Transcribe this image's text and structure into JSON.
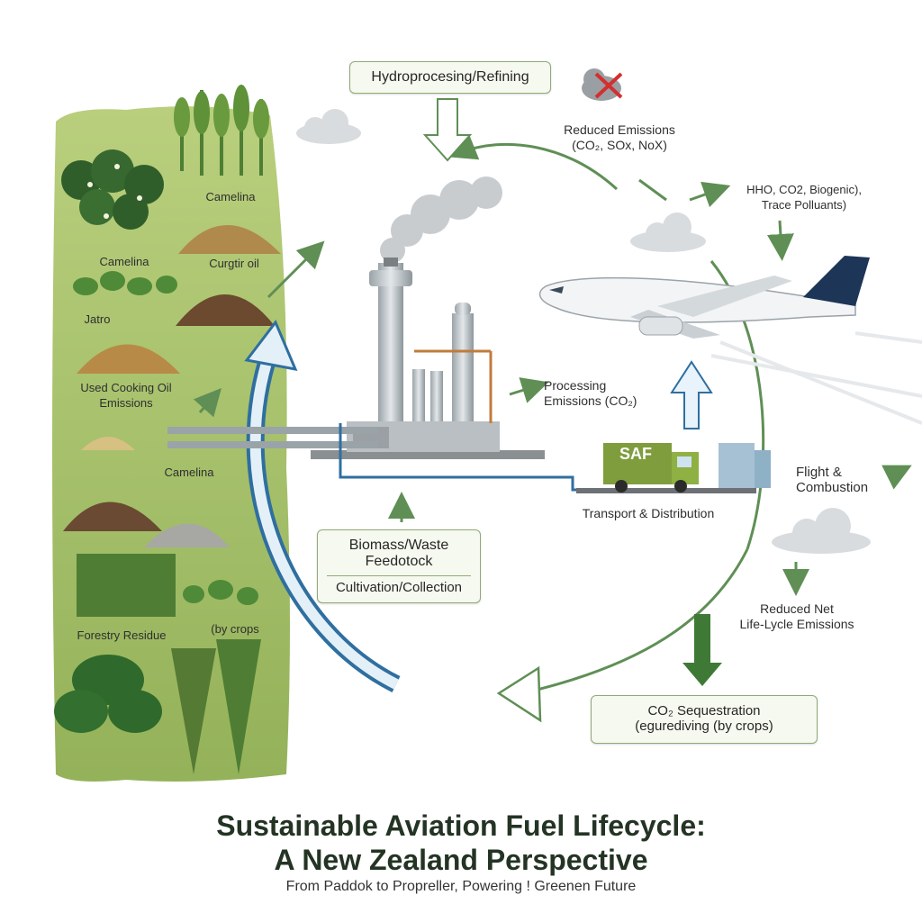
{
  "steps": {
    "refining": "Hydroprocesing/Refining",
    "feedstock_line1": "Biomass/Waste",
    "feedstock_line2": "Feedotock",
    "feedstock_line3": "Cultivation/Collection",
    "sequestration_line1": "CO₂ Sequestration",
    "sequestration_line2": "(egurediving (by crops)"
  },
  "annotations": {
    "reduced_emissions_line1": "Reduced Emissions",
    "reduced_emissions_line2": "(CO₂, SOx, NoX)",
    "flight_emissions_line1": "HHO, CO2, Biogenic),",
    "flight_emissions_line2": "Trace Polluants)",
    "processing_line1": "Processing",
    "processing_line2": "Emissions (CO₂)",
    "transport": "Transport & Distribution",
    "flight_line1": "Flight &",
    "flight_line2": "Combustion",
    "net_line1": "Reduced Net",
    "net_line2": "Life-Lycle Emissions",
    "truck_label": "SAF"
  },
  "feedstocks": {
    "camelina_top": "Camelina",
    "camelina_left": "Camelina",
    "cooking_oil_short": "Curgtir oil",
    "jatro": "Jatro",
    "used_cooking_line1": "Used Cooking Oil",
    "used_cooking_line2": "Emissions",
    "camelina_mid": "Camelina",
    "forestry": "Forestry Residue",
    "by_crops": "(by crops"
  },
  "title_line1": "Sustainable Aviation Fuel Lifecycle:",
  "title_line2": "A New Zealand Perspective",
  "subtitle": "From Paddok to Propreller, Powering ! Greenen Future",
  "colors": {
    "green_arrow": "#5f8f55",
    "blue_arrow": "#2f6fa0",
    "field": "#a9c46b",
    "box_border": "#8faa78",
    "tail": "#1d3557"
  }
}
